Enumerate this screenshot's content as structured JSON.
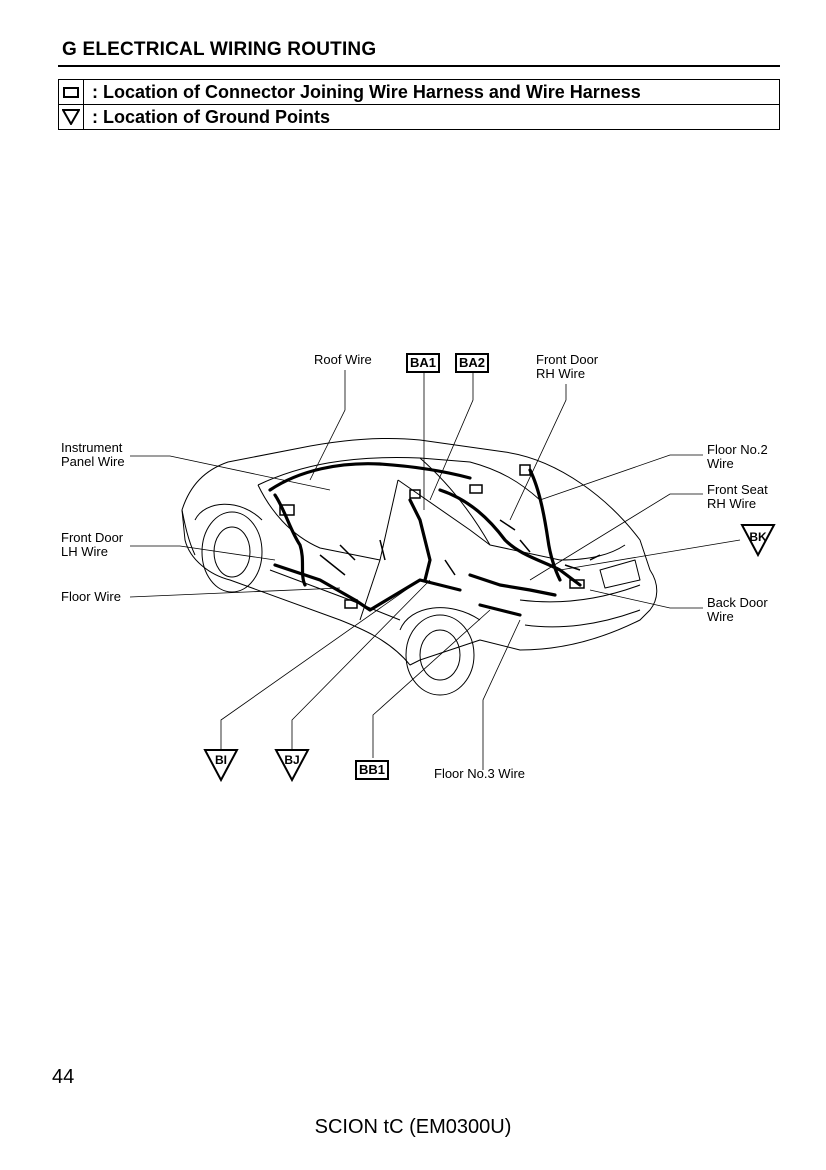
{
  "header": {
    "title": "G  ELECTRICAL WIRING ROUTING"
  },
  "legend": {
    "connector_text": ": Location of Connector Joining Wire Harness and Wire Harness",
    "ground_text": ": Location of Ground Points"
  },
  "labels": {
    "roof_wire": "Roof Wire",
    "front_door_rh_1": "Front Door",
    "front_door_rh_2": "RH Wire",
    "instrument_panel_1": "Instrument",
    "instrument_panel_2": "Panel Wire",
    "front_door_lh_1": "Front Door",
    "front_door_lh_2": "LH Wire",
    "floor_wire": "Floor Wire",
    "floor_no2_1": "Floor No.2",
    "floor_no2_2": "Wire",
    "front_seat_rh_1": "Front Seat",
    "front_seat_rh_2": "RH Wire",
    "back_door_1": "Back Door",
    "back_door_2": "Wire",
    "floor_no3": "Floor No.3 Wire"
  },
  "connectors": {
    "ba1": "BA1",
    "ba2": "BA2",
    "bb1": "BB1"
  },
  "grounds": {
    "bk": "BK",
    "bi": "BI",
    "bj": "BJ"
  },
  "page": {
    "number": "44",
    "footer": "SCION tC (EM0300U)"
  }
}
